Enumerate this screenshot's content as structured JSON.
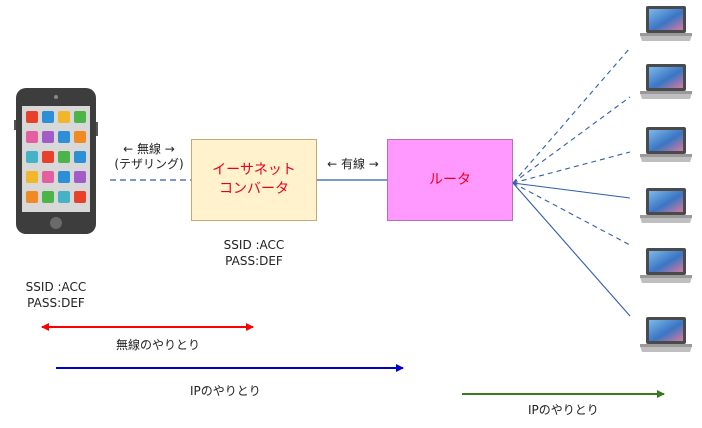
{
  "devices": {
    "smartphone": {
      "icon": "smartphone-icon"
    },
    "laptop_icon": "laptop-icon"
  },
  "converter": {
    "line1": "イーサネット",
    "line2": "コンバータ",
    "fill": "#fff2cc",
    "text_color": "#e8001a"
  },
  "router": {
    "label": "ルータ",
    "fill": "#ff99ff",
    "text_color": "#e8001a"
  },
  "links": {
    "wireless_label": "← 無線 →",
    "tethering_label": "(テザリング)",
    "wired_label": "← 有線 →"
  },
  "converter_creds": {
    "ssid": "SSID :ACC",
    "pass": "PASS:DEF"
  },
  "phone_creds": {
    "ssid": "SSID :ACC",
    "pass": "PASS:DEF"
  },
  "legend": {
    "wireless_exchange": {
      "label": "無線のやりとり",
      "color": "#ff0000"
    },
    "ip_exchange": {
      "label": "IPのやりとり",
      "color": "#0000cc"
    },
    "ip_exchange_router": {
      "label": "IPのやりとり",
      "color": "#3a7a1e"
    }
  },
  "colors": {
    "wireless_line": "#2e5ea8",
    "wired_line": "#2e5ea8"
  }
}
